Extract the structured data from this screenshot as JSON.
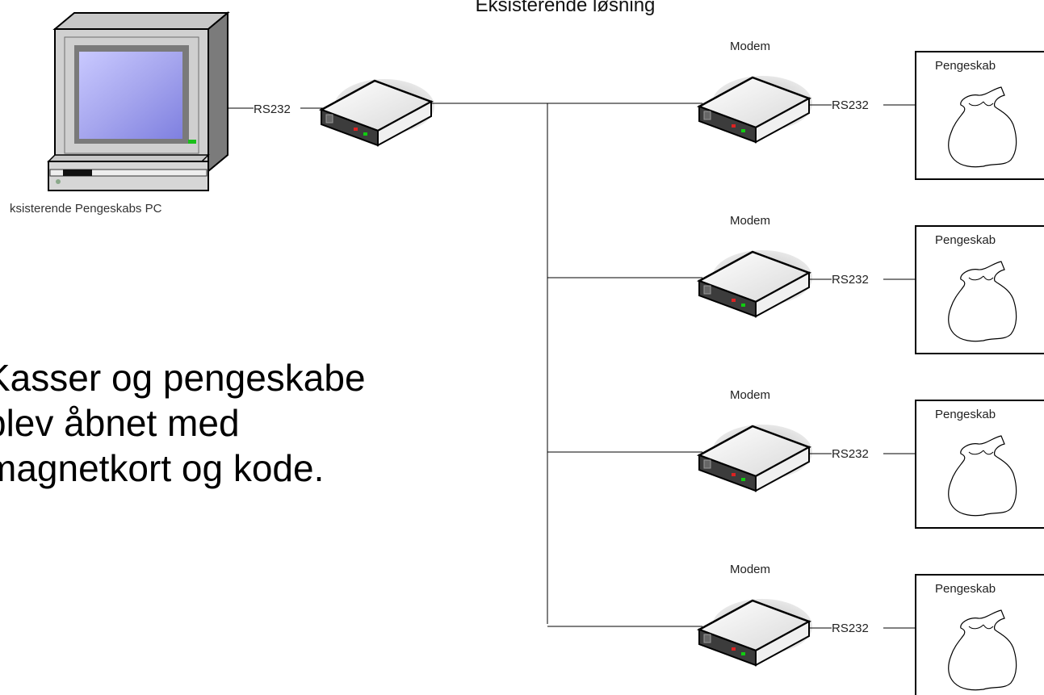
{
  "title": "Eksisterende løsning",
  "pc_label": "ksisterende Pengeskabs PC",
  "link_label": "RS232",
  "modem_label": "Modem",
  "safe_label": "Pengeskab",
  "body_lines": [
    "Kasser og pengeskabe",
    "blev åbnet med",
    "magnetkort og kode."
  ],
  "branches": [
    {
      "modem": "Modem",
      "link": "RS232",
      "safe": "Pengeskab"
    },
    {
      "modem": "Modem",
      "link": "RS232",
      "safe": "Pengeskab"
    },
    {
      "modem": "Modem",
      "link": "RS232",
      "safe": "Pengeskab"
    },
    {
      "modem": "Modem",
      "link": "RS232",
      "safe": "Pengeskab"
    }
  ]
}
